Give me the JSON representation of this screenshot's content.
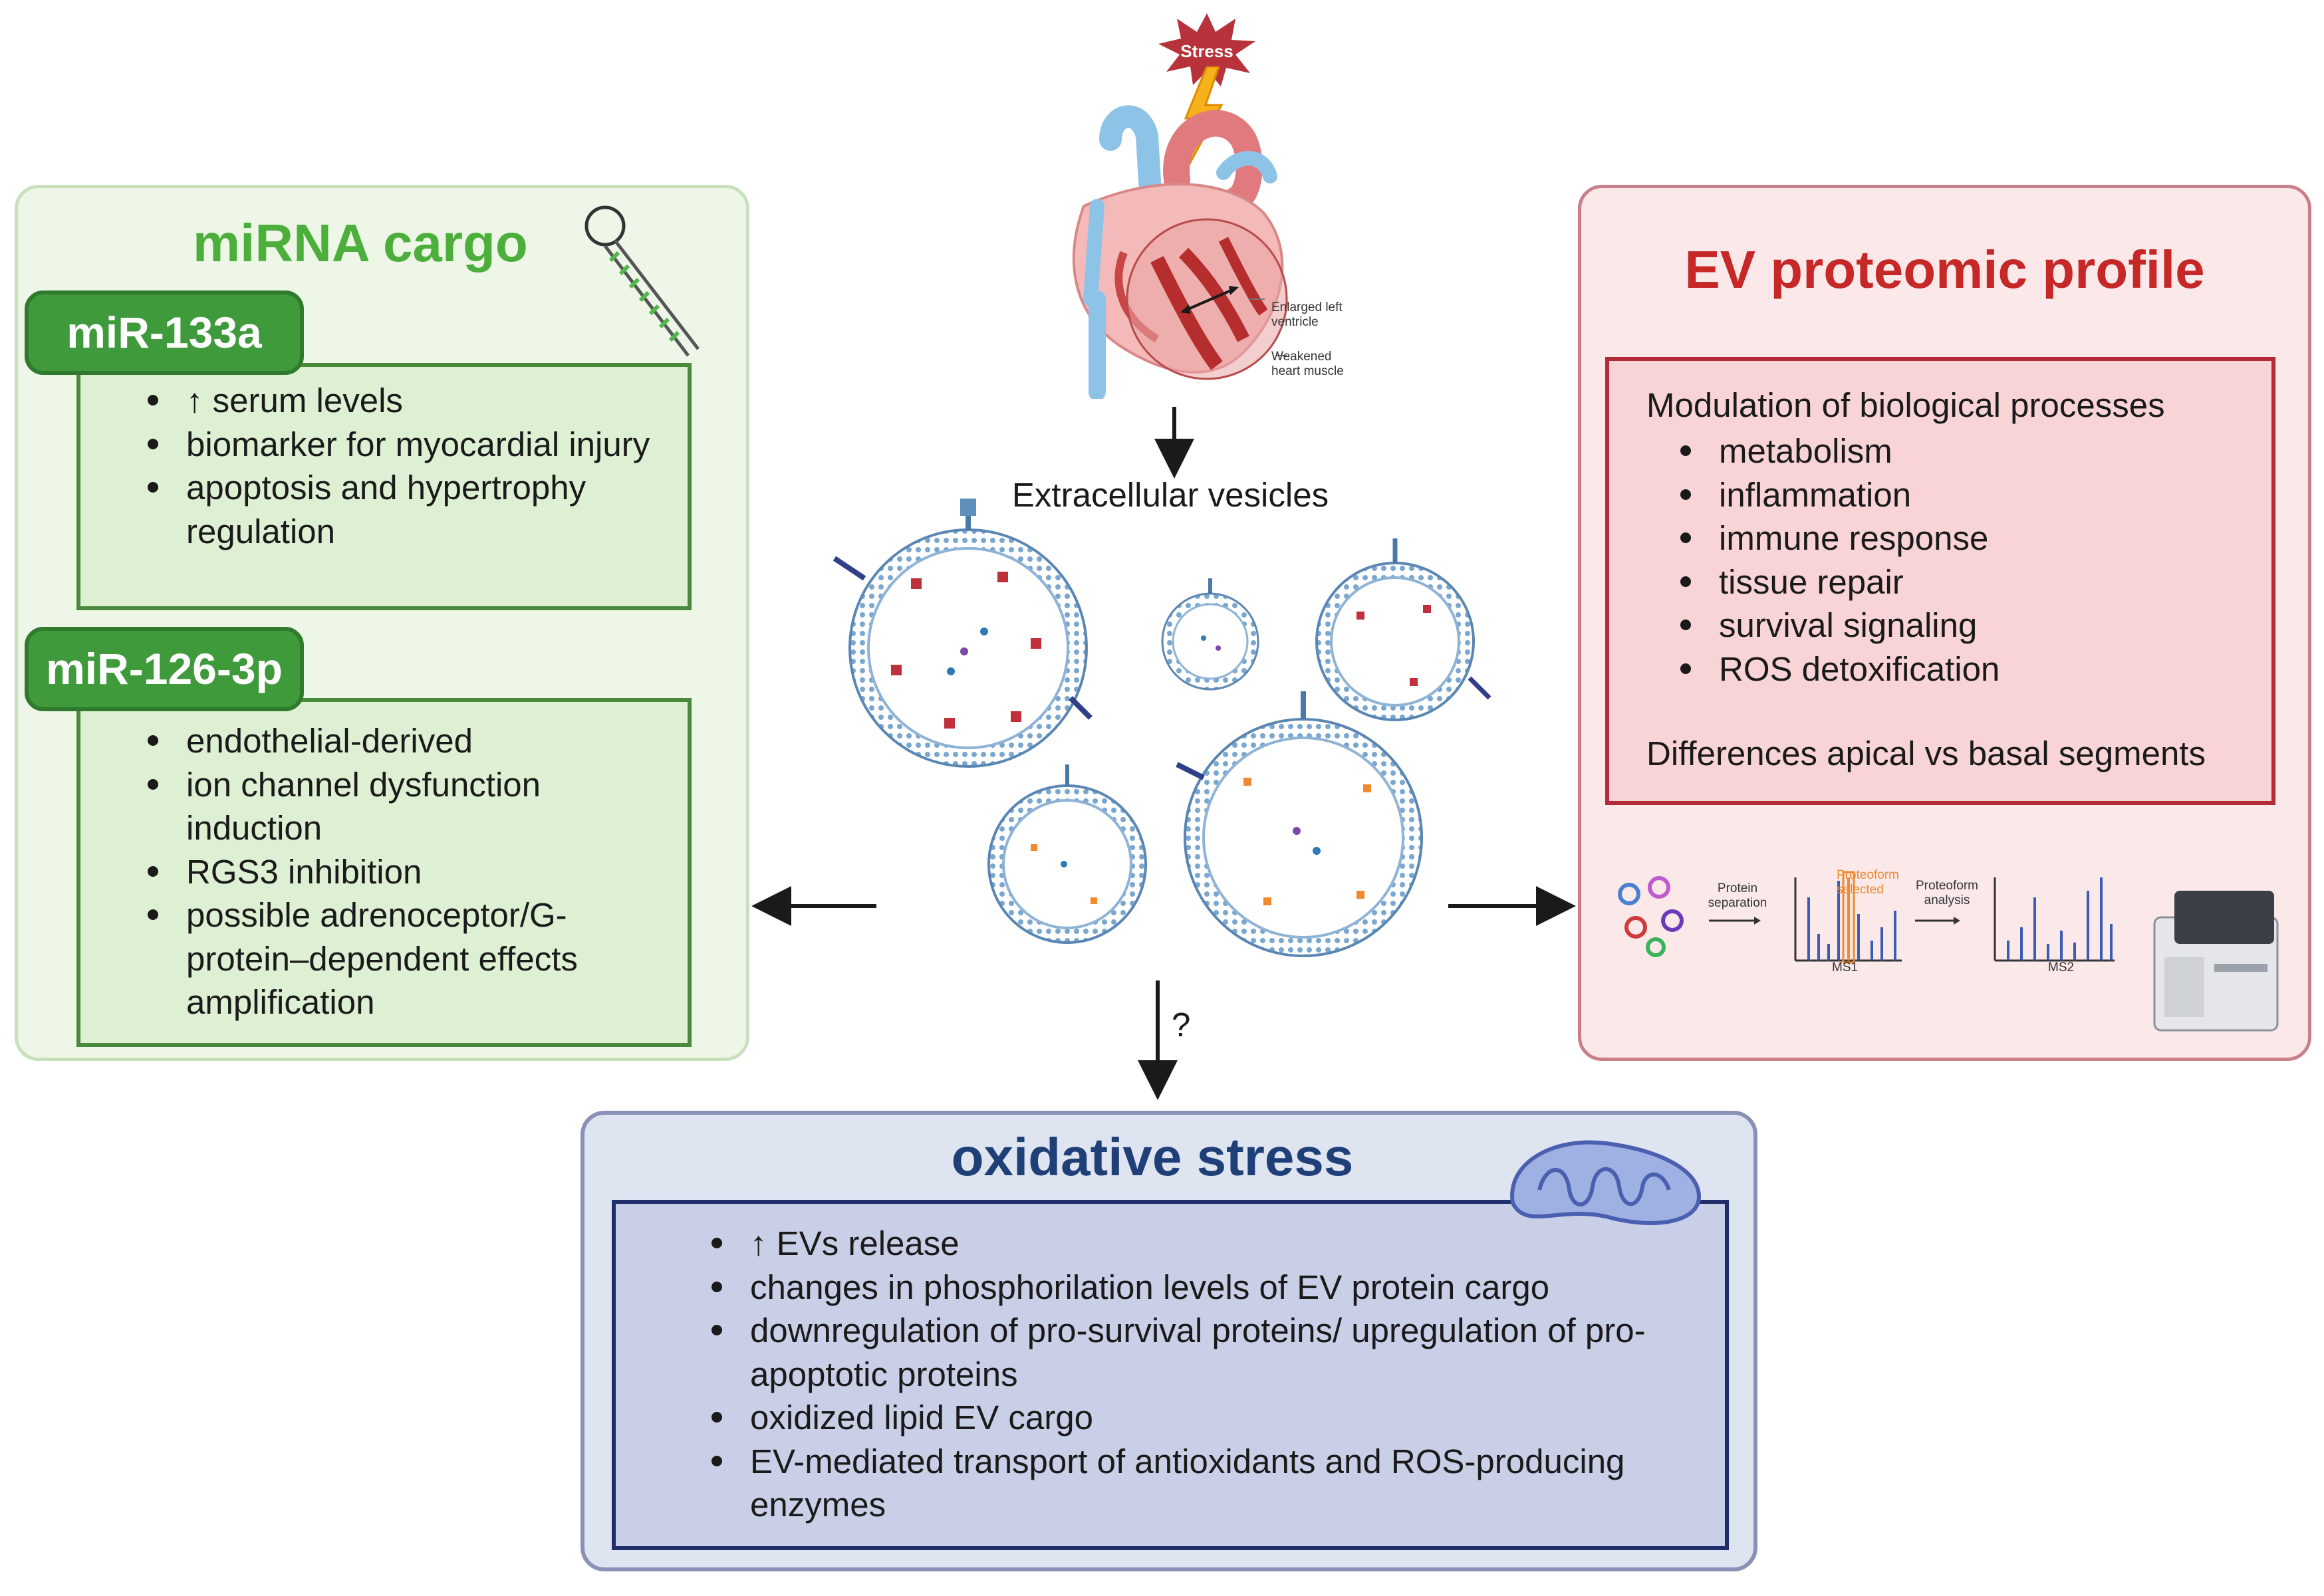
{
  "stress": {
    "badge": "Stress"
  },
  "heart": {
    "label_enlarged": "Enlarged left ventricle",
    "label_weakened": "Weakened heart muscle"
  },
  "ev_center": {
    "label": "Extracellular vesicles",
    "question_mark": "?"
  },
  "mirna_panel": {
    "title": "miRNA cargo",
    "mir133a": {
      "title": "miR-133a",
      "items": [
        "↑ serum levels",
        "biomarker for myocardial injury",
        "apoptosis and hypertrophy regulation"
      ]
    },
    "mir126": {
      "title": "miR-126-3p",
      "items": [
        "endothelial-derived",
        "ion channel dysfunction induction",
        "RGS3 inhibition",
        "possible adrenoceptor/G-protein–dependent effects amplification"
      ]
    }
  },
  "ev_panel": {
    "title": "EV proteomic profile",
    "intro": "Modulation of biological processes",
    "items": [
      "metabolism",
      "inflammation",
      "immune response",
      "tissue repair",
      "survival signaling",
      "ROS detoxification"
    ],
    "footer": "Differences apical vs basal segments",
    "workflow": {
      "step1": "Protein separation",
      "selected": "Proteoform selected",
      "ms1": "MS1",
      "step2": "Proteoform analysis",
      "ms2": "MS2"
    }
  },
  "ox_panel": {
    "title": "oxidative stress",
    "items": [
      "↑ EVs release",
      "changes in phosphorilation levels of EV protein cargo",
      "downregulation of pro-survival proteins/ upregulation of pro-apoptotic proteins",
      "oxidized lipid EV cargo",
      "EV-mediated transport of antioxidants and ROS-producing enzymes"
    ]
  },
  "colors": {
    "green_title": "#4caf3c",
    "red_title": "#c62828",
    "navy_title": "#1f3f77",
    "mirna_bg": "#eef6e8",
    "ev_bg": "#fbe9ea",
    "ox_bg": "#dfe4f1"
  }
}
